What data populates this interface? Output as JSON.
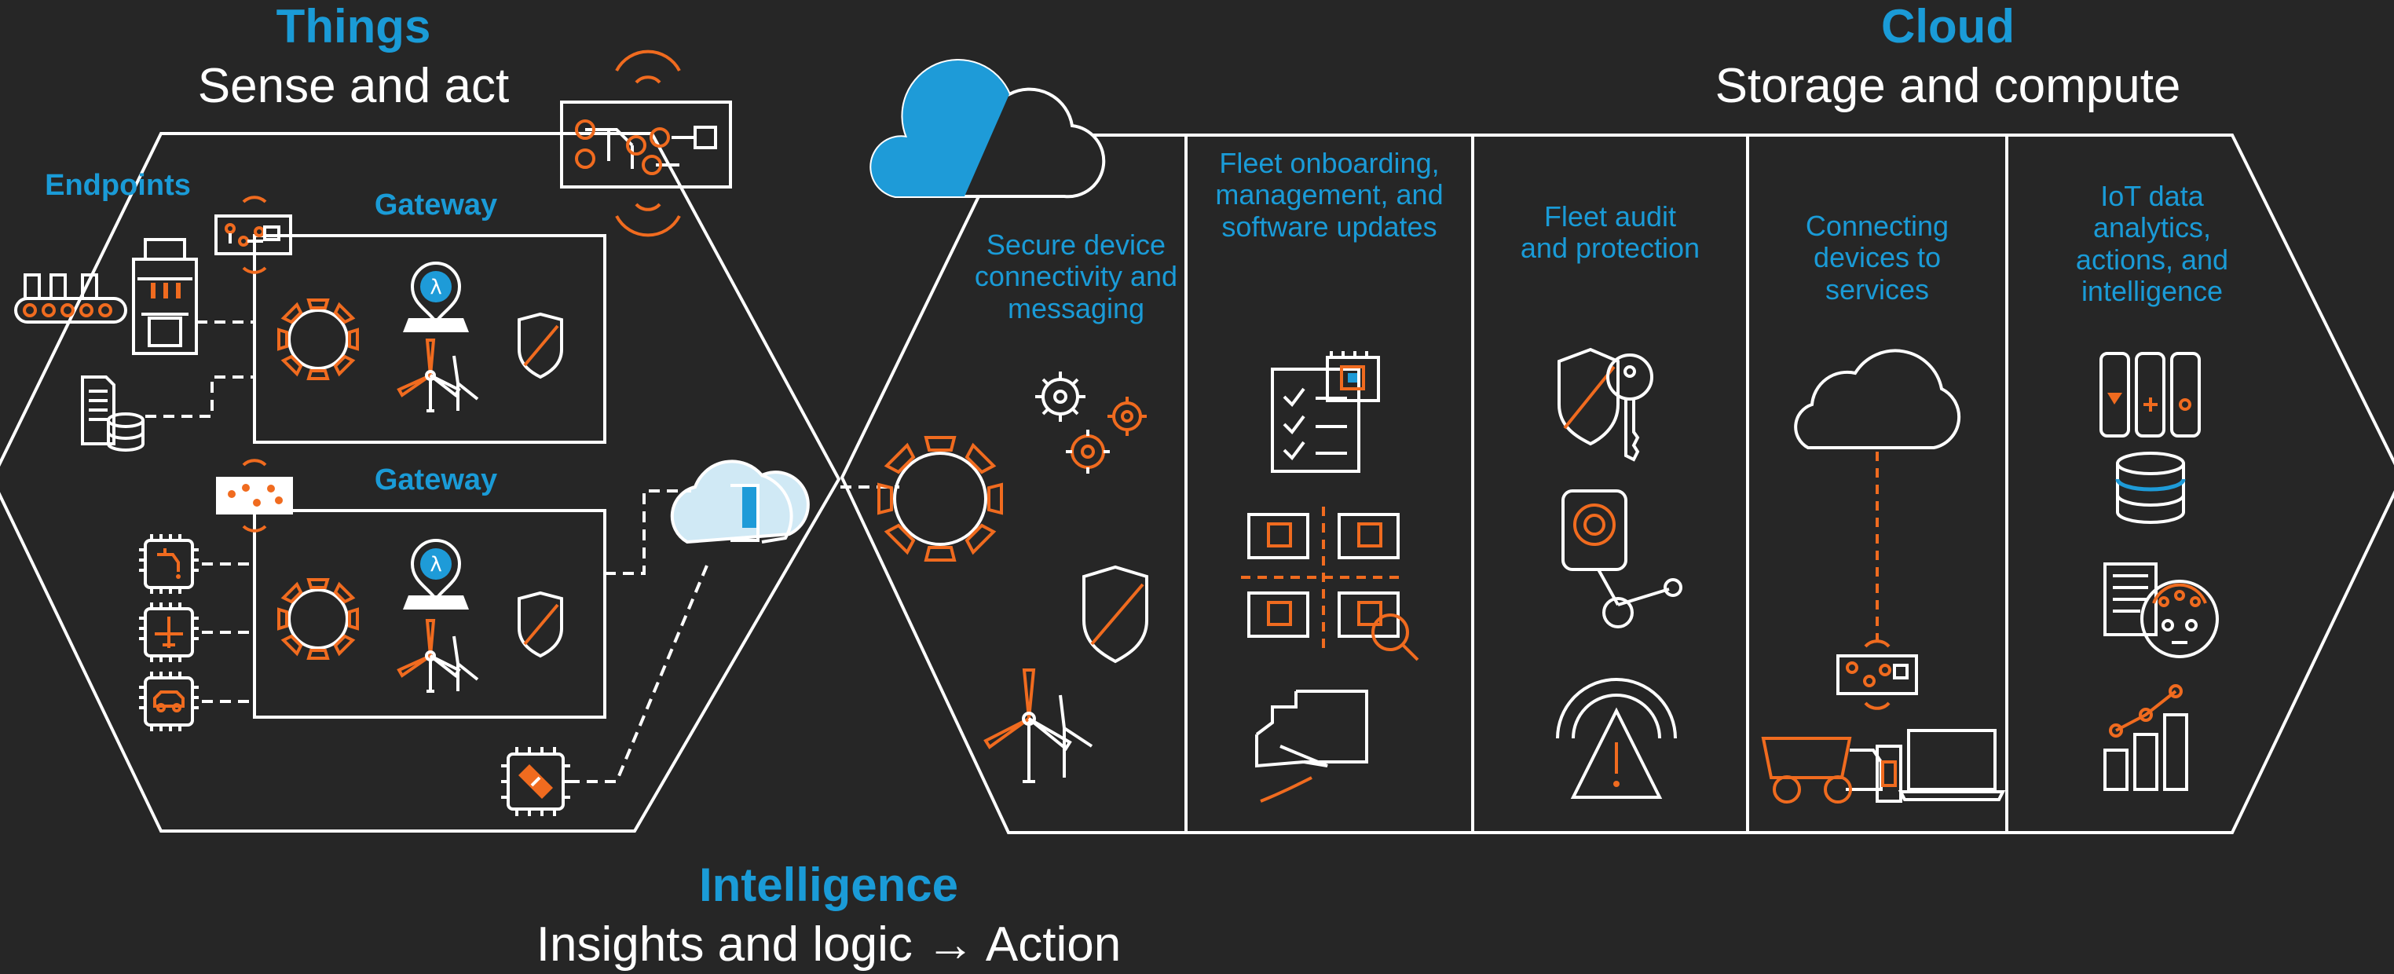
{
  "things": {
    "title": "Things",
    "subtitle": "Sense and act"
  },
  "cloud": {
    "title": "Cloud",
    "subtitle": "Storage and compute"
  },
  "intelligence": {
    "title": "Intelligence",
    "subtitle": "Insights and logic → Action"
  },
  "labels": {
    "endpoints": "Endpoints",
    "gateway_top": "Gateway",
    "gateway_bottom": "Gateway"
  },
  "columns": [
    {
      "label": "Secure device connectivity and messaging"
    },
    {
      "label": "Fleet onboarding, management, and software updates"
    },
    {
      "label": "Fleet audit and protection"
    },
    {
      "label": "Connecting devices to services"
    },
    {
      "label": "IoT data analytics, actions, and intelligence"
    }
  ],
  "colors": {
    "background": "#262626",
    "accent_orange": "#f06b1f",
    "accent_blue": "#1a9bd7",
    "line": "#ffffff"
  }
}
